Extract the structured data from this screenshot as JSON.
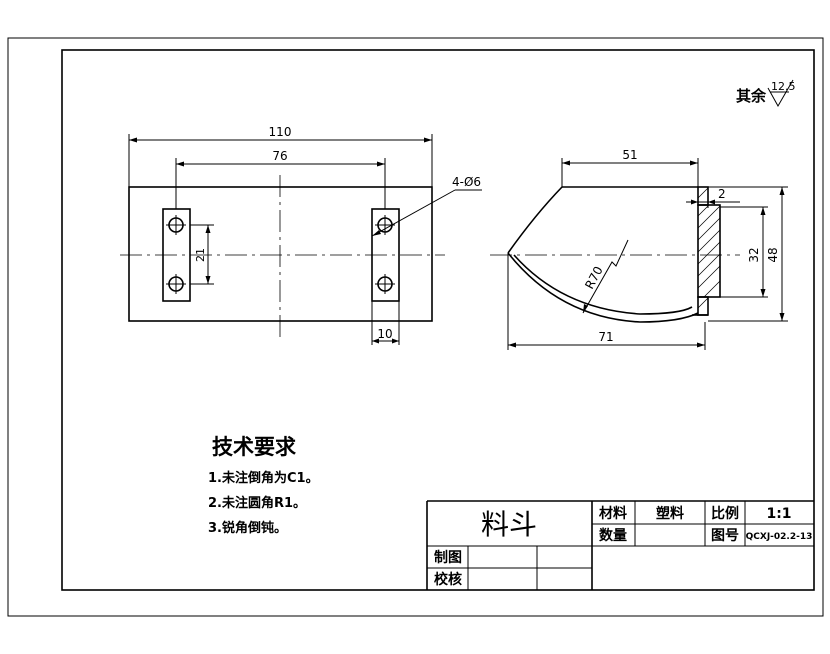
{
  "surface_note": {
    "label": "其余",
    "roughness": "12.5"
  },
  "front_view": {
    "dim_overall_width": "110",
    "dim_hole_spacing": "76",
    "dim_holes_callout": "4-Ø6",
    "dim_vertical_spacing": "21",
    "dim_slot_width": "10"
  },
  "side_view": {
    "dim_top_length": "51",
    "dim_wall": "2",
    "dim_inner_height": "32",
    "dim_total_height": "48",
    "dim_radius": "R70",
    "dim_bottom_length": "71"
  },
  "tech_requirements": {
    "title": "技术要求",
    "items": [
      "1.未注倒角为C1。",
      "2.未注圆角R1。",
      "3.锐角倒钝。"
    ]
  },
  "title_block": {
    "part_name": "料斗",
    "material_label": "材料",
    "material_value": "塑料",
    "scale_label": "比例",
    "scale_value": "1:1",
    "quantity_label": "数量",
    "quantity_value": "",
    "drawing_no_label": "图号",
    "drawing_no_value": "QCXJ-02.2-13",
    "drawn_label": "制图",
    "checked_label": "校核"
  }
}
